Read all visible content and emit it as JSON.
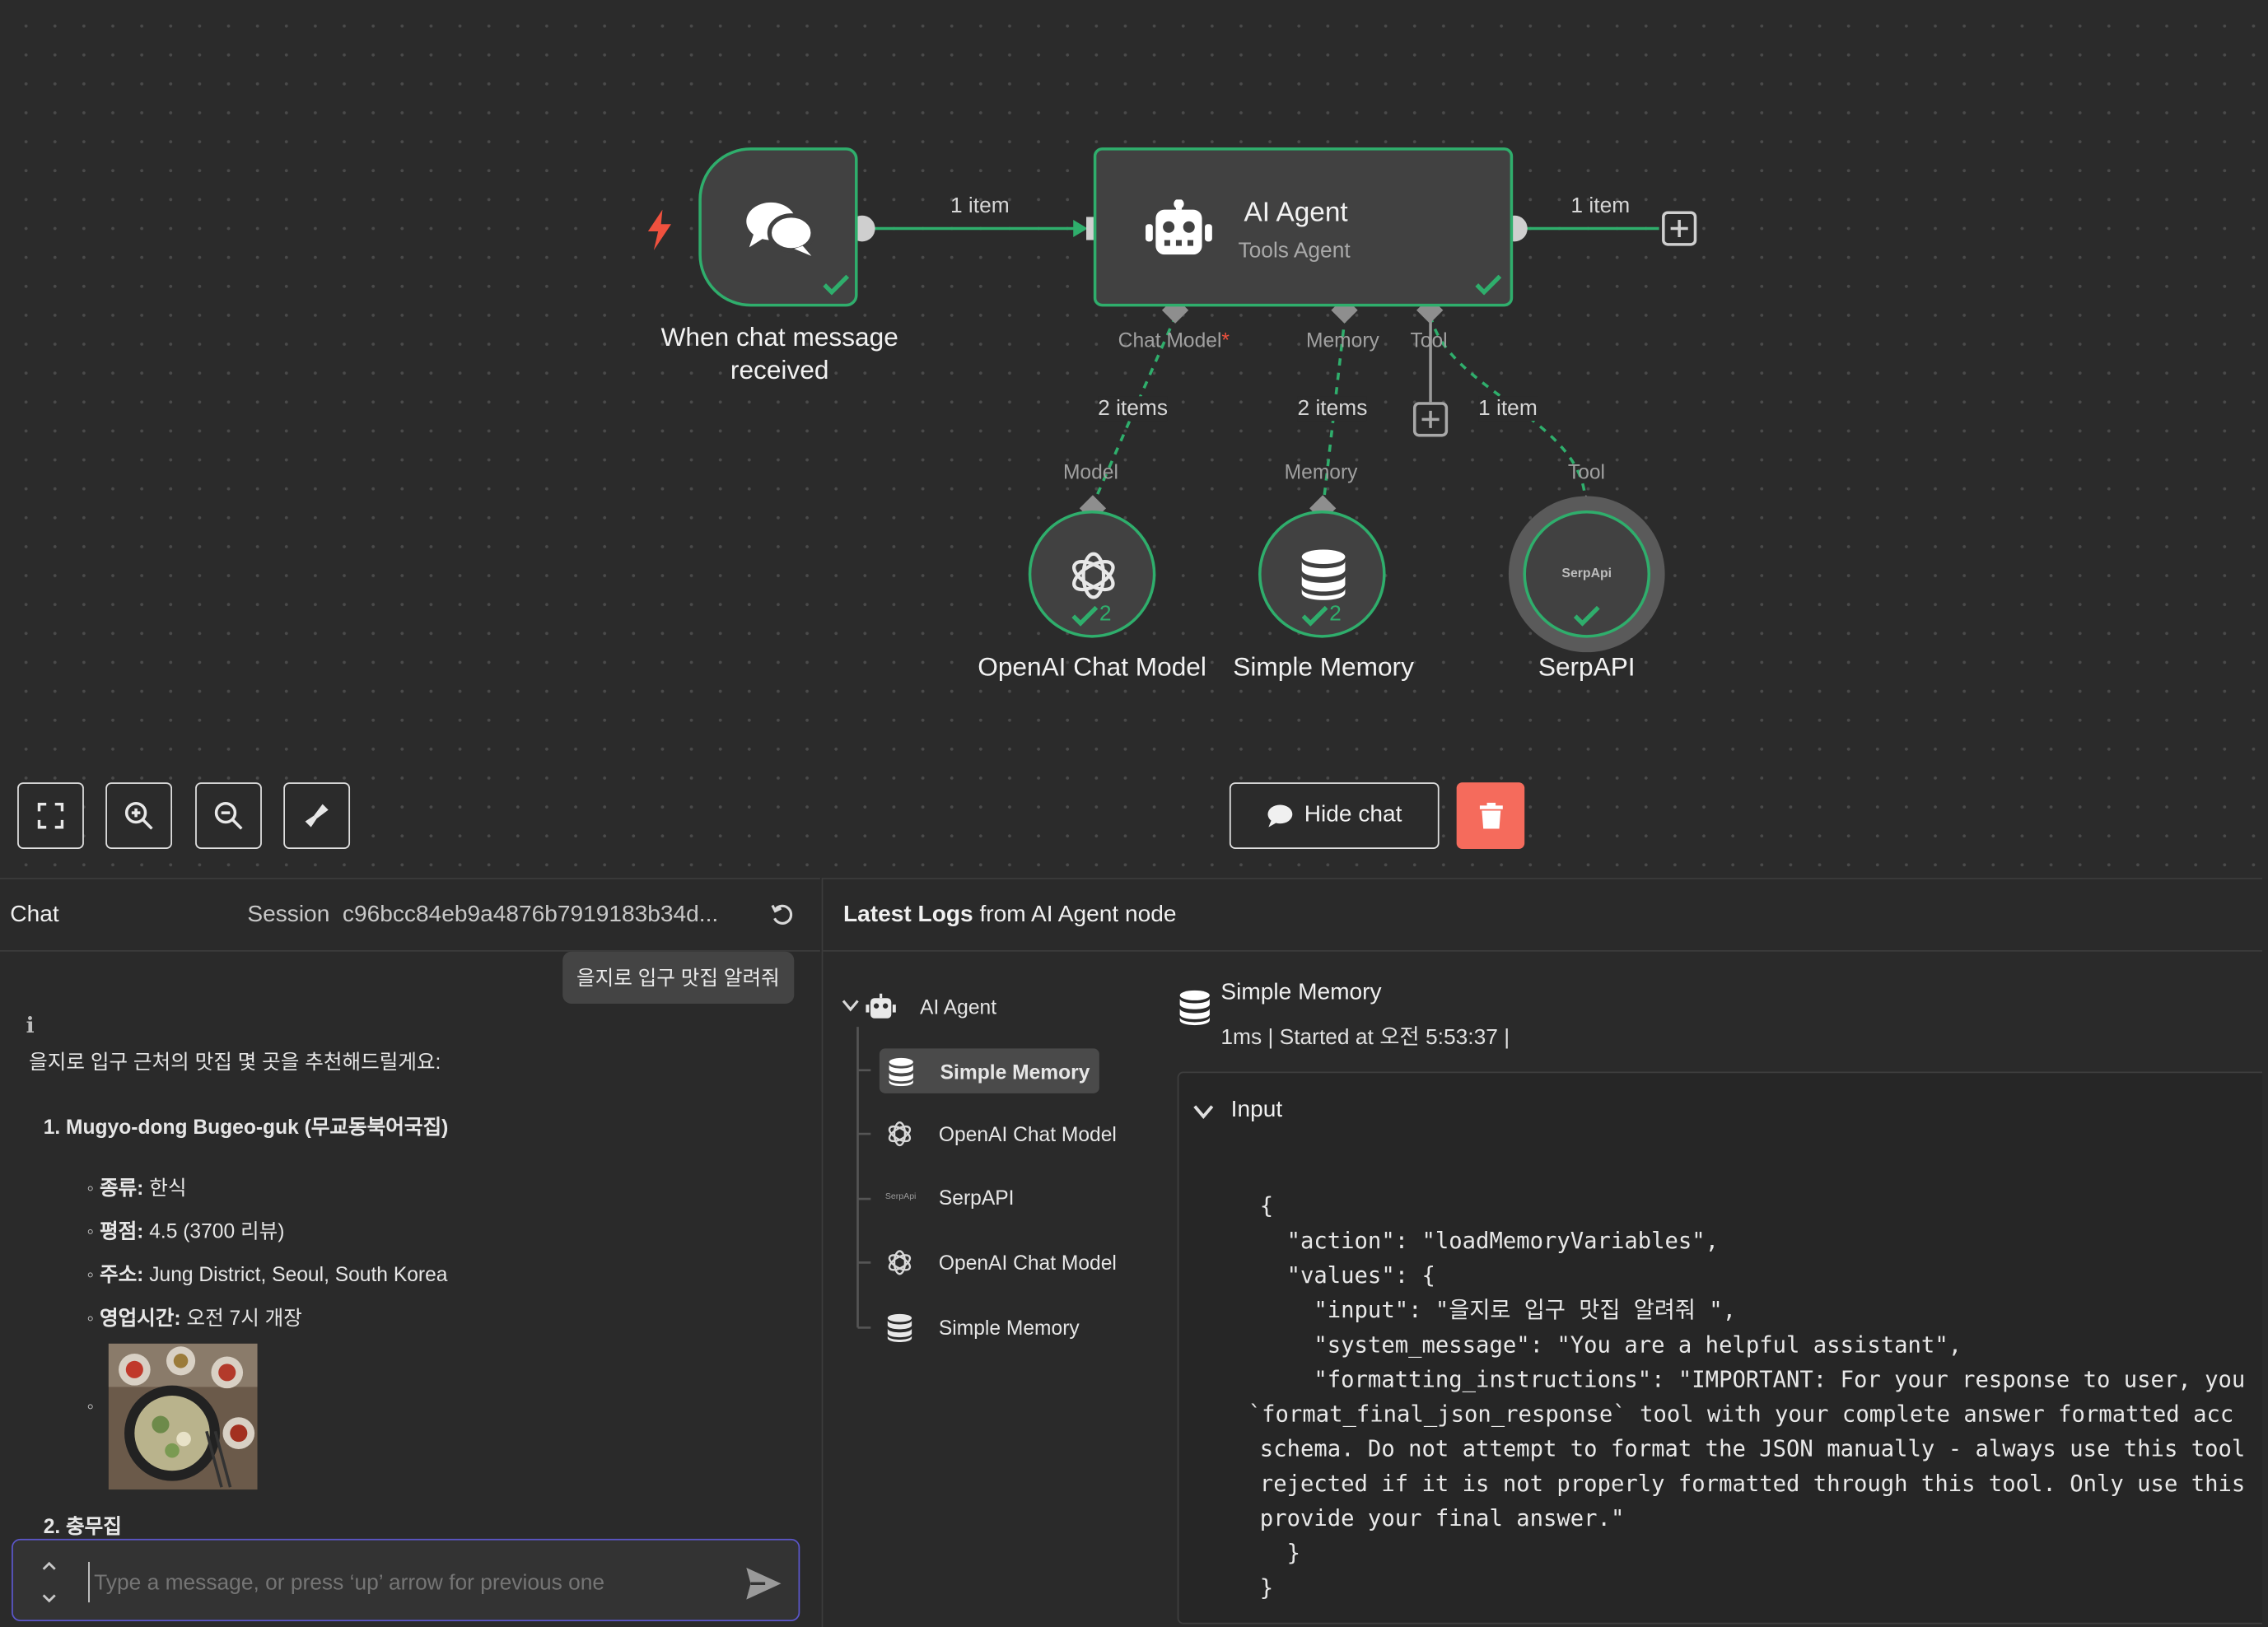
{
  "colors": {
    "success": "#2fae6c",
    "accent": "#5b56c9",
    "danger": "#f56b5c",
    "canvas": "#2b2b2b"
  },
  "canvas": {
    "nodes": {
      "trigger": {
        "label_line1": "When chat message",
        "label_line2": "received",
        "icon": "chat-bubbles-icon"
      },
      "agent": {
        "title": "AI Agent",
        "subtitle": "Tools Agent",
        "icon": "robot-icon"
      },
      "openai": {
        "label": "OpenAI Chat Model",
        "count": "2",
        "icon": "openai-icon"
      },
      "memory": {
        "label": "Simple Memory",
        "count": "2",
        "icon": "database-icon"
      },
      "serpapi": {
        "label": "SerpAPI",
        "logo_text": "SerpApi"
      }
    },
    "edge_labels": {
      "trigger_to_agent": "1 item",
      "agent_out": "1 item",
      "chat_model": "2 items",
      "memory": "2 items",
      "tool": "1 item"
    },
    "port_labels": {
      "chat_model": "Chat Model",
      "required_marker": "*",
      "memory": "Memory",
      "tool": "Tool",
      "model_in": "Model",
      "memory_in": "Memory",
      "tool_in": "Tool"
    }
  },
  "toolbar": {
    "hide_chat": "Hide chat",
    "icons": [
      "fit-view-icon",
      "zoom-in-icon",
      "zoom-out-icon",
      "tidy-up-icon",
      "trash-icon"
    ]
  },
  "chat": {
    "title": "Chat",
    "session_label": "Session",
    "session_id": "c96bcc84eb9a4876b7919183b34d...",
    "user_message": "을지로 입구 맛집 알려줘",
    "info_marker": "i",
    "reply_intro": "을지로 입구 근처의 맛집 몇 곳을 추천해드릴게요:",
    "restaurants": [
      {
        "number": "1.",
        "name": "Mugyo-dong Bugeo-guk (무교동북어국집)",
        "details": [
          {
            "key": "종류:",
            "value": " 한식"
          },
          {
            "key": "평점:",
            "value": " 4.5 (3700 리뷰)"
          },
          {
            "key": "주소:",
            "value": " Jung District, Seoul, South Korea"
          },
          {
            "key": "영업시간:",
            "value": " 오전 7시 개장"
          }
        ]
      },
      {
        "number": "2.",
        "name": "충무집"
      }
    ],
    "input_placeholder": "Type a message, or press ‘up’ arrow for previous one"
  },
  "logs": {
    "title_bold": "Latest Logs",
    "title_rest": " from AI Agent node",
    "tree": [
      {
        "label": "AI Agent",
        "icon": "robot-icon"
      },
      {
        "label": "Simple Memory",
        "icon": "database-icon",
        "selected": true
      },
      {
        "label": "OpenAI Chat Model",
        "icon": "openai-icon"
      },
      {
        "label": "SerpAPI",
        "icon": "serpapi-logo"
      },
      {
        "label": "OpenAI Chat Model",
        "icon": "openai-icon"
      },
      {
        "label": "Simple Memory",
        "icon": "database-icon"
      }
    ],
    "detail": {
      "title": "Simple Memory",
      "meta": "1ms | Started at 오전 5:53:37 |",
      "input_label": "Input",
      "json_lines": [
        "{",
        "  \"action\": \"loadMemoryVariables\",",
        "  \"values\": {",
        "    \"input\": \"을지로 입구 맛집 알려줘 \",",
        "    \"system_message\": \"You are a helpful assistant\",",
        "    \"formatting_instructions\": \"IMPORTANT: For your response to user, you",
        "`format_final_json_response` tool with your complete answer formatted acc",
        "schema. Do not attempt to format the JSON manually - always use this tool",
        "rejected if it is not properly formatted through this tool. Only use this",
        "provide your final answer.\"",
        "  }",
        "}"
      ]
    }
  }
}
